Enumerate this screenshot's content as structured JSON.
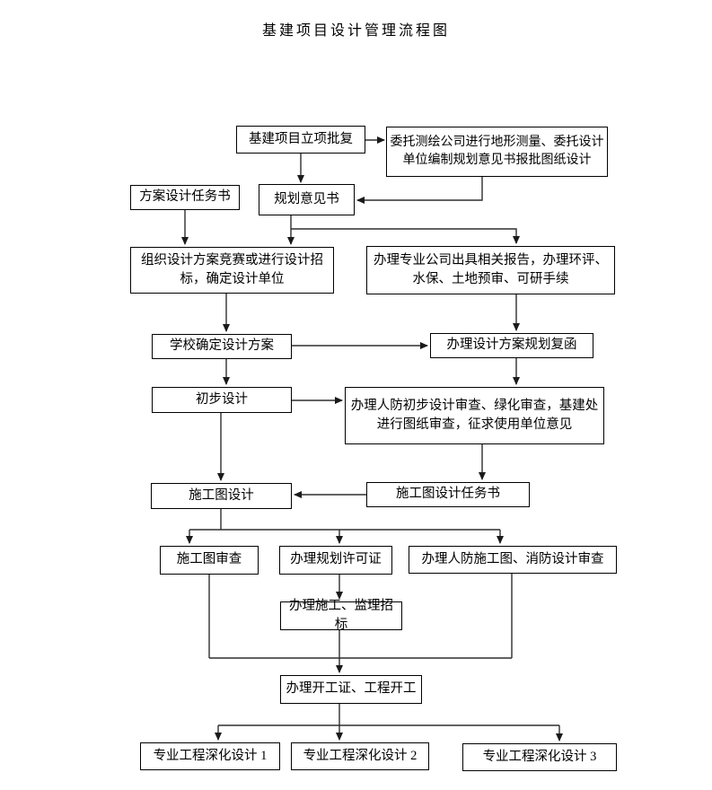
{
  "title": "基建项目设计管理流程图",
  "colors": {
    "background": "#ffffff",
    "box_border": "#000000",
    "line": "#2e2e2e",
    "text": "#000000"
  },
  "nodes": {
    "project_approval": {
      "label": "基建项目立项批复"
    },
    "survey_commission": {
      "label": "委托测绘公司进行地形测量、委托设计单位编制规划意见书报批图纸设计"
    },
    "design_brief": {
      "label": "方案设计任务书"
    },
    "planning_opinion": {
      "label": "规划意见书"
    },
    "design_competition": {
      "label": "组织设计方案竞赛或进行设计招标，确定设计单位"
    },
    "professional_reports": {
      "label": "办理专业公司出具相关报告，办理环评、水保、土地预审、可研手续"
    },
    "school_confirm": {
      "label": "学校确定设计方案"
    },
    "planning_reply": {
      "label": "办理设计方案规划复函"
    },
    "preliminary_design": {
      "label": "初步设计"
    },
    "preliminary_review": {
      "label": "办理人防初步设计审查、绿化审查，基建处进行图纸审查，征求使用单位意见"
    },
    "construction_drawing": {
      "label": "施工图设计"
    },
    "construction_brief": {
      "label": "施工图设计任务书"
    },
    "drawing_review": {
      "label": "施工图审查"
    },
    "planning_permit": {
      "label": "办理规划许可证"
    },
    "civil_defense_review": {
      "label": "办理人防施工图、消防设计审查"
    },
    "bidding": {
      "label": "办理施工、监理招标"
    },
    "commencement": {
      "label": "办理开工证、工程开工"
    },
    "detail_design_1": {
      "label": "专业工程深化设计 1"
    },
    "detail_design_2": {
      "label": "专业工程深化设计 2"
    },
    "detail_design_3": {
      "label": "专业工程深化设计 3"
    }
  },
  "edges": [
    [
      "project_approval",
      "survey_commission"
    ],
    [
      "project_approval",
      "planning_opinion"
    ],
    [
      "survey_commission",
      "planning_opinion"
    ],
    [
      "design_brief",
      "design_competition"
    ],
    [
      "planning_opinion",
      "design_competition"
    ],
    [
      "planning_opinion",
      "professional_reports"
    ],
    [
      "design_competition",
      "school_confirm"
    ],
    [
      "professional_reports",
      "planning_reply"
    ],
    [
      "school_confirm",
      "planning_reply"
    ],
    [
      "school_confirm",
      "preliminary_design"
    ],
    [
      "planning_reply",
      "preliminary_review"
    ],
    [
      "preliminary_design",
      "preliminary_review"
    ],
    [
      "preliminary_design",
      "construction_drawing"
    ],
    [
      "preliminary_review",
      "construction_brief"
    ],
    [
      "construction_brief",
      "construction_drawing"
    ],
    [
      "construction_drawing",
      "drawing_review"
    ],
    [
      "construction_drawing",
      "planning_permit"
    ],
    [
      "construction_drawing",
      "civil_defense_review"
    ],
    [
      "planning_permit",
      "bidding"
    ],
    [
      "drawing_review",
      "commencement"
    ],
    [
      "civil_defense_review",
      "commencement"
    ],
    [
      "bidding",
      "commencement"
    ],
    [
      "commencement",
      "detail_design_1"
    ],
    [
      "commencement",
      "detail_design_2"
    ],
    [
      "commencement",
      "detail_design_3"
    ]
  ]
}
